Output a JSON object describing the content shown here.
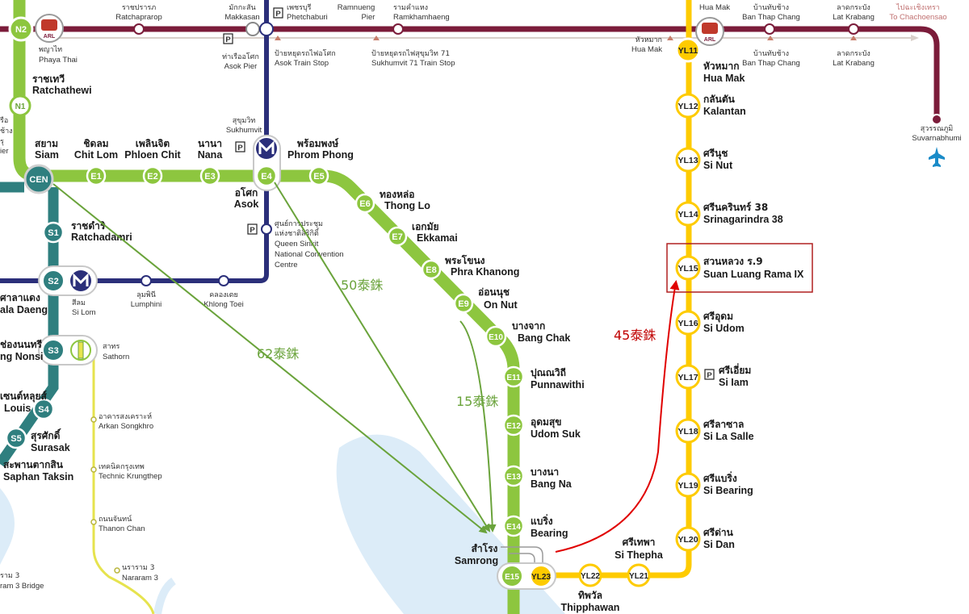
{
  "lines": {
    "airport_rail_link": {
      "color": "#7b1c3a",
      "destination_th": "ไปฉะเชิงเทรา",
      "destination_en": "To Chachoensao"
    },
    "sukhumvit": {
      "color": "#8dc63f"
    },
    "silom": {
      "color": "#2f7f7f"
    },
    "mrt_blue": {
      "color": "#2b2f7a"
    },
    "yellow": {
      "color": "#fecb00"
    },
    "gold": {
      "color": "#e6e34e"
    }
  },
  "stations": {
    "n2": {
      "code": "N2",
      "th": "พญาไท",
      "en": "Phaya Thai"
    },
    "n1": {
      "code": "N1",
      "th": "ราชเทวี",
      "en": "Ratchathewi"
    },
    "cen": {
      "code": "CEN",
      "th": "สยาม",
      "en": "Siam"
    },
    "e1": {
      "code": "E1",
      "th": "ชิดลม",
      "en": "Chit Lom"
    },
    "e2": {
      "code": "E2",
      "th": "เพลินจิต",
      "en": "Phloen Chit"
    },
    "e3": {
      "code": "E3",
      "th": "นานา",
      "en": "Nana"
    },
    "e4": {
      "code": "E4",
      "th": "อโศก",
      "en": "Asok"
    },
    "e5": {
      "code": "E5",
      "th": "พร้อมพงษ์",
      "en": "Phrom Phong"
    },
    "e6": {
      "code": "E6",
      "th": "ทองหล่อ",
      "en": "Thong Lo"
    },
    "e7": {
      "code": "E7",
      "th": "เอกมัย",
      "en": "Ekkamai"
    },
    "e8": {
      "code": "E8",
      "th": "พระโขนง",
      "en": "Phra Khanong"
    },
    "e9": {
      "code": "E9",
      "th": "อ่อนนุช",
      "en": "On Nut"
    },
    "e10": {
      "code": "E10",
      "th": "บางจาก",
      "en": "Bang Chak"
    },
    "e11": {
      "code": "E11",
      "th": "ปุณณวิถี",
      "en": "Punnawithi"
    },
    "e12": {
      "code": "E12",
      "th": "อุดมสุข",
      "en": "Udom Suk"
    },
    "e13": {
      "code": "E13",
      "th": "บางนา",
      "en": "Bang Na"
    },
    "e14": {
      "code": "E14",
      "th": "แบริ่ง",
      "en": "Bearing"
    },
    "e15": {
      "code": "E15",
      "th": "สำโรง",
      "en": "Samrong"
    },
    "s1": {
      "code": "S1",
      "th": "ราชดำริ",
      "en": "Ratchadamri"
    },
    "s2": {
      "code": "S2",
      "th": "ศาลาแดง",
      "en": "ala Daeng"
    },
    "s3": {
      "code": "S3",
      "th": "ช่องนนทรี",
      "en": "ng Nonsi"
    },
    "s4": {
      "code": "S4",
      "th": "เซนต์หลุยส์",
      "en": "Louis"
    },
    "s5": {
      "code": "S5",
      "th": "สุรศักดิ์",
      "en": "Surasak"
    },
    "s6": {
      "th": "สะพานตากสิน",
      "en": "Saphan Taksin"
    },
    "yl11": {
      "code": "YL11",
      "th": "หัวหมาก",
      "en": "Hua Mak"
    },
    "yl12": {
      "code": "YL12",
      "th": "กลันตัน",
      "en": "Kalantan"
    },
    "yl13": {
      "code": "YL13",
      "th": "ศรีนุช",
      "en": "Si Nut"
    },
    "yl14": {
      "code": "YL14",
      "th": "ศรีนครินทร์ 38",
      "en": "Srinagarindra 38"
    },
    "yl15": {
      "code": "YL15",
      "th": "สวนหลวง ร.9",
      "en": "Suan Luang Rama IX"
    },
    "yl16": {
      "code": "YL16",
      "th": "ศรีอุดม",
      "en": "Si Udom"
    },
    "yl17": {
      "code": "YL17",
      "th": "ศรีเอี่ยม",
      "en": "Si Iam"
    },
    "yl18": {
      "code": "YL18",
      "th": "ศรีลาซาล",
      "en": "Si La Salle"
    },
    "yl19": {
      "code": "YL19",
      "th": "ศรีแบริ่ง",
      "en": "Si Bearing"
    },
    "yl20": {
      "code": "YL20",
      "th": "ศรีด่าน",
      "en": "Si Dan"
    },
    "yl21": {
      "code": "YL21",
      "th": "ศรีเทพา",
      "en": "Si Thepha"
    },
    "yl22": {
      "code": "YL22",
      "th": "ทิพวัล",
      "en": "Thipphawan"
    },
    "yl23": {
      "code": "YL23"
    }
  },
  "small_labels": {
    "ratchaprarop_th": "ราชปรารภ",
    "ratchaprarop_en": "Ratchaprarop",
    "makkasan_th": "มักกะสัน",
    "makkasan_en": "Makkasan",
    "phetchaburi_th": "เพชรบุรี",
    "phetchaburi_en": "Phetchaburi",
    "ramnueng_th": "Ramnueng",
    "ramnueng_en": "Pier",
    "ramkhamhaeng_th": "รามคำแหง",
    "ramkhamhaeng_en": "Ramkhamhaeng",
    "huamak_top_th": "Hua Mak",
    "banthapchang_th": "บ้านทับช้าง",
    "banthapchang_en": "Ban Thap Chang",
    "latkrabang_th": "ลาดกระบัง",
    "latkrabang_en": "Lat Krabang",
    "asok_pier_th": "ท่าเรืออโศก",
    "asok_pier_en": "Asok Pier",
    "asok_train_th": "ป้ายหยุดรถไฟอโศก",
    "asok_train_en": "Asok Train Stop",
    "suk71_th": "ป้ายหยุดรถไฟสุขุมวิท 71",
    "suk71_en": "Sukhumvit 71 Train Stop",
    "huamak_train_th": "หัวหมาก",
    "huamak_train_en": "Hua Mak",
    "banthapchang2_th": "บ้านทับช้าง",
    "banthapchang2_en": "Ban Thap Chang",
    "latkrabang2_th": "ลาดกระบัง",
    "latkrabang2_en": "Lat Krabang",
    "suvarnabhumi_th": "สุวรรณภูมิ",
    "suvarnabhumi_en": "Suvarnabhumi",
    "sukhumvit_th": "สุขุมวิท",
    "sukhumvit_en": "Sukhumvit",
    "qsncc_th1": "ศูนย์การประชุม",
    "qsncc_th2": "แห่งชาติสิริกิติ์",
    "qsncc_en1": "Queen Sirikit",
    "qsncc_en2": "National Convention",
    "qsncc_en3": "Centre",
    "lumphini_th": "ลุมพินี",
    "lumphini_en": "Lumphini",
    "khlongtoei_th": "คลองเตย",
    "khlongtoei_en": "Khlong Toei",
    "silom_th": "สีลม",
    "silom_en": "Si Lom",
    "sathorn_th": "สาทร",
    "sathorn_en": "Sathorn",
    "arkan_th": "อาคารสงเคราะห์",
    "arkan_en": "Arkan Songkhro",
    "technic_th": "เทคนิคกรุงเทพ",
    "technic_en": "Technic Krungthep",
    "thanon_th": "ถนนจันทน์",
    "thanon_en": "Thanon Chan",
    "nararam_th": "นราราม 3",
    "nararam_en": "Nararam 3",
    "rama3_a": "ราม 3",
    "rama3_b": "ram 3 Bridge",
    "left_n2_a": "รือ",
    "left_n2_b": "ช้าง",
    "left_n2_c": "รุ",
    "left_n2_d": "ier",
    "p_label": "P"
  },
  "annotations": {
    "a62": {
      "text": "62泰銖",
      "color": "#6aa33b"
    },
    "a50": {
      "text": "50泰銖",
      "color": "#6aa33b"
    },
    "a15": {
      "text": "15泰銖",
      "color": "#6aa33b"
    },
    "a45": {
      "text": "45泰銖",
      "color": "#c00000"
    },
    "highlight_box_color": "#b02020"
  }
}
